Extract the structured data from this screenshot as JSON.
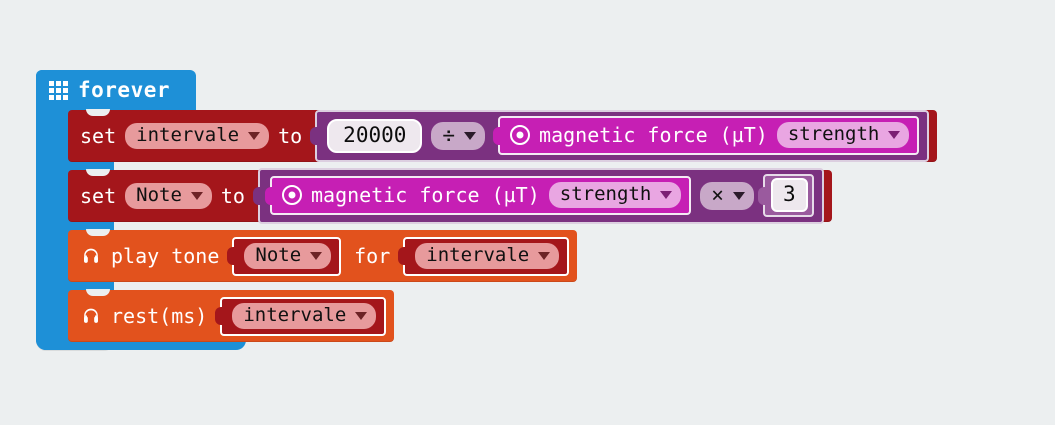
{
  "editor": {
    "app_name": "MakeCode Blocks Editor",
    "background_color": "#eceff0",
    "grid_marker": "plus"
  },
  "palette": {
    "loops_blue": "#1e90d7",
    "variables_red": "#a4161b",
    "music_orange": "#e2521d",
    "math_purple": "#7b3180",
    "input_magenta": "#c61fb4"
  },
  "script": {
    "loop": {
      "label": "forever",
      "icon": "led-matrix-icon",
      "category": "Basic"
    },
    "statements": [
      {
        "id": "set-intervale",
        "category": "Variables",
        "keyword": "set",
        "variable": "intervale",
        "connector": "to",
        "value": {
          "kind": "math-operator",
          "operator": "÷",
          "left": {
            "kind": "number",
            "value": "20000"
          },
          "right": {
            "kind": "input-sensor",
            "icon": "target-icon",
            "label": "magnetic force (µT)",
            "dropdown": "strength"
          }
        }
      },
      {
        "id": "set-note",
        "category": "Variables",
        "keyword": "set",
        "variable": "Note",
        "connector": "to",
        "value": {
          "kind": "math-operator",
          "operator": "×",
          "left": {
            "kind": "input-sensor",
            "icon": "target-icon",
            "label": "magnetic force (µT)",
            "dropdown": "strength"
          },
          "right": {
            "kind": "number",
            "value": "3"
          }
        }
      },
      {
        "id": "play-tone",
        "category": "Music",
        "icon": "headphones-icon",
        "keyword": "play tone",
        "arg1": {
          "kind": "variable",
          "value": "Note"
        },
        "connector": "for",
        "arg2": {
          "kind": "variable",
          "value": "intervale"
        }
      },
      {
        "id": "rest-ms",
        "category": "Music",
        "icon": "headphones-icon",
        "keyword": "rest(ms)",
        "arg1": {
          "kind": "variable",
          "value": "intervale"
        }
      }
    ]
  }
}
